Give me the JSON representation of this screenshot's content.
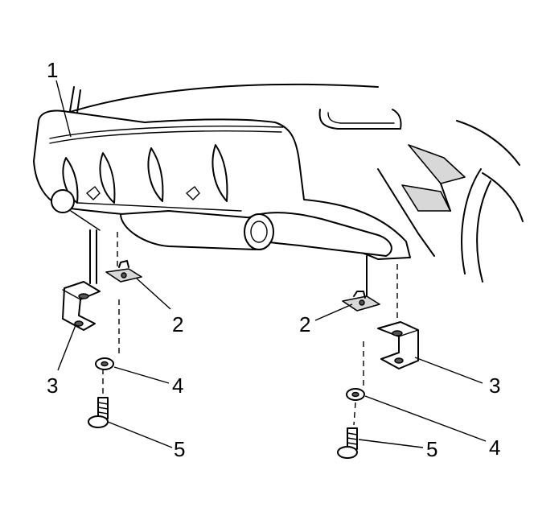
{
  "callouts": {
    "c1": "1",
    "c2_left": "2",
    "c2_right": "2",
    "c3_left": "3",
    "c3_right": "3",
    "c4_left": "4",
    "c4_right": "4",
    "c5_left": "5",
    "c5_right": "5"
  }
}
